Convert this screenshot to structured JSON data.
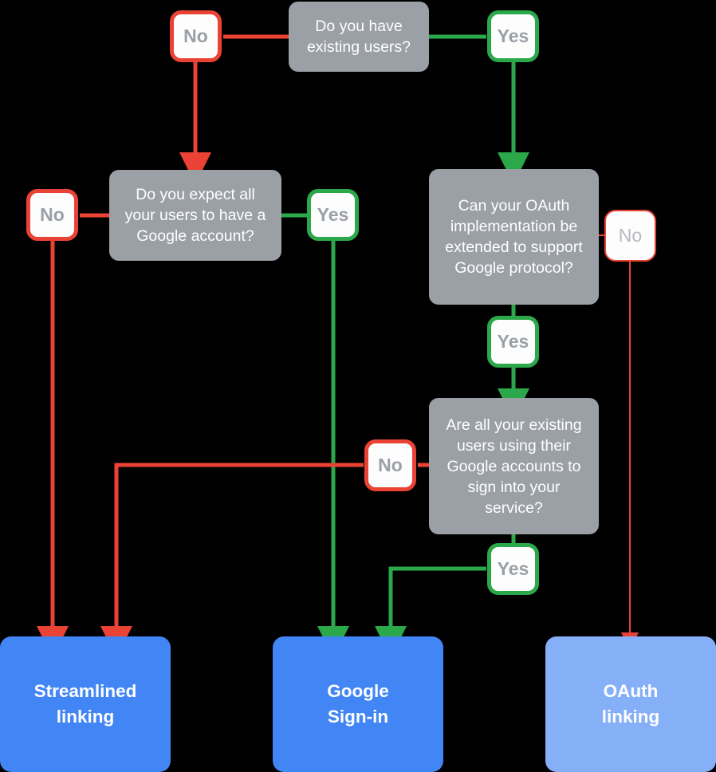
{
  "diagram": {
    "title": "Google account linking decision flowchart",
    "colors": {
      "background": "#000000",
      "question_fill": "#9aa0a6",
      "badge_fill": "#fdfdfd",
      "no_accent": "#ea4335",
      "yes_accent": "#2ba84a",
      "result_primary": "#4285f4",
      "result_secondary": "#85aff7",
      "question_text": "#ffffff",
      "badge_text": "#9aa0a6"
    }
  },
  "questions": [
    {
      "id": "q1",
      "text": "Do you have existing users?"
    },
    {
      "id": "q2",
      "text": "Do you expect all your users to have a Google account?"
    },
    {
      "id": "q3",
      "text": "Can your OAuth implementation be extended to support Google protocol?"
    },
    {
      "id": "q4",
      "text": "Are all your existing users using their Google accounts to sign into your service?"
    }
  ],
  "badges": [
    {
      "id": "b1",
      "label": "No",
      "kind": "no"
    },
    {
      "id": "b2",
      "label": "Yes",
      "kind": "yes"
    },
    {
      "id": "b3",
      "label": "No",
      "kind": "no"
    },
    {
      "id": "b4",
      "label": "Yes",
      "kind": "yes"
    },
    {
      "id": "b5",
      "label": "No",
      "kind": "no-thin"
    },
    {
      "id": "b6",
      "label": "Yes",
      "kind": "yes"
    },
    {
      "id": "b7",
      "label": "No",
      "kind": "no"
    },
    {
      "id": "b8",
      "label": "Yes",
      "kind": "yes"
    }
  ],
  "results": [
    {
      "id": "r1",
      "line1": "Streamlined",
      "line2": "linking",
      "variant": "primary"
    },
    {
      "id": "r2",
      "line1": "Google",
      "line2": "Sign-in",
      "variant": "primary"
    },
    {
      "id": "r3",
      "line1": "OAuth",
      "line2": "linking",
      "variant": "secondary"
    }
  ]
}
